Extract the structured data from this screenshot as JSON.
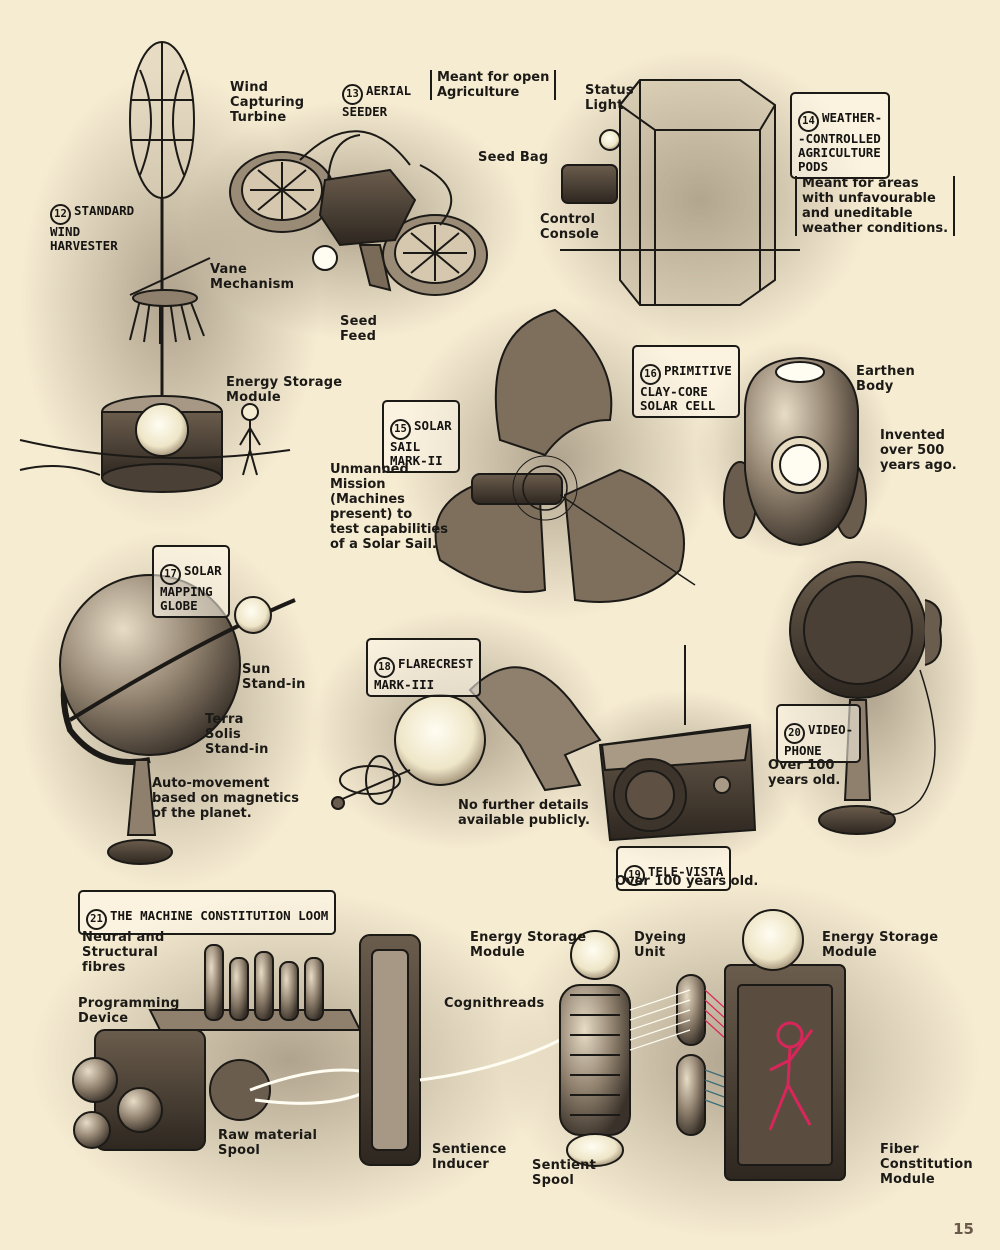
{
  "page_number": "15",
  "colors": {
    "paper": "#f6ecd2",
    "ink": "#1c1a17",
    "metal": "#8a7a68",
    "accent_red": "#d8265a",
    "accent_teal": "#3b6d78"
  },
  "items": {
    "wind": {
      "number": "12",
      "title": "STANDARD\nWIND\nHARVESTER",
      "labels": {
        "turbine": "Wind\nCapturing\nTurbine",
        "vane": "Vane\nMechanism",
        "storage": "Energy Storage\nModule"
      }
    },
    "seeder": {
      "number": "13",
      "title": "AERIAL\nSEEDER",
      "note": "Meant for open\nAgriculture",
      "labels": {
        "bag": "Seed Bag",
        "feed": "Seed\nFeed"
      }
    },
    "pods": {
      "number": "14",
      "title": "WEATHER-\n-CONTROLLED\nAGRICULTURE\nPODS",
      "note": "Meant for areas\nwith unfavourable\nand uneditable\nweather conditions.",
      "labels": {
        "status": "Status\nLight",
        "console": "Control\nConsole"
      }
    },
    "sail": {
      "number": "15",
      "title": "SOLAR\nSAIL\nMARK-II",
      "note": "Unmanned\nMission\n(Machines\npresent) to\ntest capabilities\nof a Solar Sail."
    },
    "clay": {
      "number": "16",
      "title": "PRIMITIVE\nCLAY-CORE\nSOLAR CELL",
      "labels": {
        "body": "Earthen\nBody"
      },
      "note": "Invented\nover 500\nyears ago."
    },
    "globe": {
      "number": "17",
      "title": "SOLAR\nMAPPING\nGLOBE",
      "labels": {
        "sun": "Sun\nStand-in",
        "terra": "Terra\nSolis\nStand-in"
      },
      "note": "Auto-movement\nbased on magnetics\nof the planet."
    },
    "flare": {
      "number": "18",
      "title": "FLARECREST\nMARK-III",
      "note": "No further details\navailable publicly."
    },
    "televista": {
      "number": "19",
      "title": "TELE-VISTA",
      "note": "Over 100 years old."
    },
    "videophone": {
      "number": "20",
      "title": "VIDEO-\nPHONE",
      "note": "Over 100\nyears old."
    },
    "loom": {
      "number": "21",
      "title": "THE MACHINE CONSTITUTION LOOM",
      "labels": {
        "fibres": "Neural and\nStructural\nfibres",
        "programming": "Programming\nDevice",
        "raw": "Raw material\nSpool",
        "sentience": "Sentience\nInducer",
        "cognithreads": "Cognithreads",
        "storage1": "Energy Storage\nModule",
        "dyeing": "Dyeing\nUnit",
        "storage2": "Energy Storage\nModule",
        "sentient": "Sentient\nSpool",
        "fiber": "Fiber\nConstitution\nModule"
      }
    }
  }
}
